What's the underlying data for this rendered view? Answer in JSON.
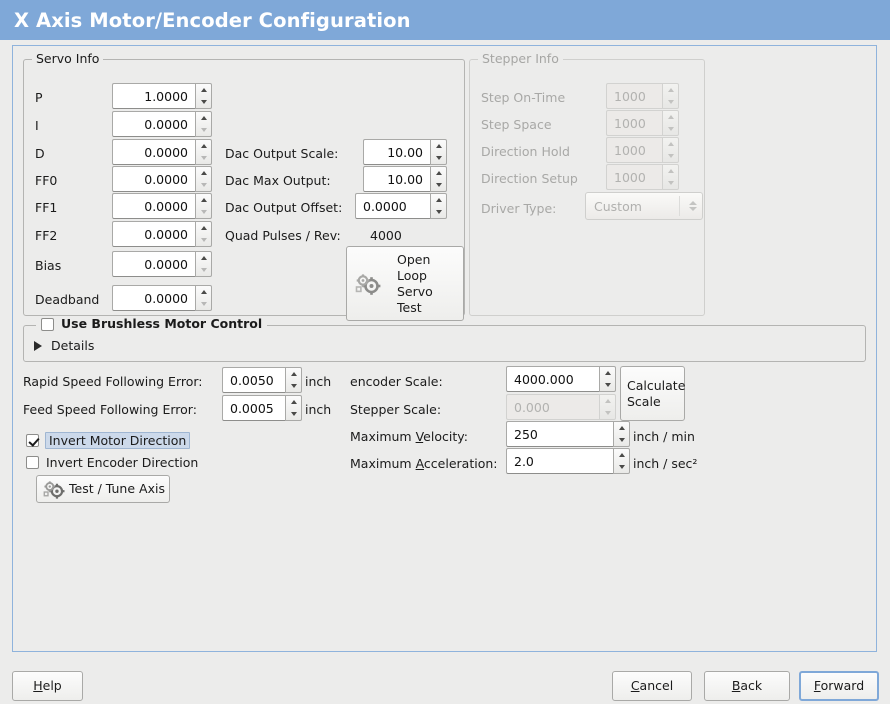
{
  "window": {
    "title": "X Axis Motor/Encoder Configuration",
    "title_bg": "#7fa8d8",
    "title_fg": "#ffffff",
    "bg": "#ececeb",
    "border": "#8fb3dc",
    "focus_color": "#7fa8d8"
  },
  "servo": {
    "legend": "Servo Info",
    "rows": [
      {
        "label": "P",
        "value": "1.0000"
      },
      {
        "label": "I",
        "value": "0.0000"
      },
      {
        "label": "D",
        "value": "0.0000"
      },
      {
        "label": "FF0",
        "value": "0.0000"
      },
      {
        "label": "FF1",
        "value": "0.0000"
      },
      {
        "label": "FF2",
        "value": "0.0000"
      },
      {
        "label": "Bias",
        "value": "0.0000"
      },
      {
        "label": "Deadband",
        "value": "0.0000"
      }
    ],
    "dac_output_scale_label": "Dac Output Scale:",
    "dac_output_scale_value": "10.00",
    "dac_max_output_label": "Dac Max Output:",
    "dac_max_output_value": "10.00",
    "dac_output_offset_label": "Dac Output Offset:",
    "dac_output_offset_value": "0.0000",
    "quad_pulses_label": "Quad Pulses / Rev:",
    "quad_pulses_value": "4000",
    "open_loop_button": "Open\nLoop\nServo\nTest",
    "open_loop_lines": [
      "Open",
      "Loop",
      "Servo",
      "Test"
    ],
    "open_loop_icon": "gears-icon"
  },
  "stepper": {
    "legend": "Stepper Info",
    "enabled": false,
    "rows": [
      {
        "label": "Step On-Time",
        "value": "1000"
      },
      {
        "label": "Step Space",
        "value": "1000"
      },
      {
        "label": "Direction Hold",
        "value": "1000"
      },
      {
        "label": "Direction Setup",
        "value": "1000"
      }
    ],
    "driver_type_label": "Driver Type:",
    "driver_type_value": "Custom"
  },
  "brushless": {
    "checkbox_label": "Use Brushless Motor Control",
    "checked": false,
    "details_label": "Details",
    "details_expanded": false
  },
  "tuning": {
    "rapid_label": "Rapid Speed Following Error:",
    "rapid_value": "0.0050",
    "rapid_unit": "inch",
    "feed_label": "Feed Speed Following Error:",
    "feed_value": "0.0005",
    "feed_unit": "inch",
    "invert_motor_label": "Invert Motor Direction",
    "invert_motor_checked": true,
    "invert_motor_focused": true,
    "invert_encoder_label": "Invert Encoder Direction",
    "invert_encoder_checked": false,
    "test_tune_label": "Test / Tune Axis",
    "test_tune_icon": "gears-icon"
  },
  "scale": {
    "encoder_scale_label": "encoder Scale:",
    "encoder_scale_value": "4000.000",
    "stepper_scale_label": "Stepper Scale:",
    "stepper_scale_value": "0.000",
    "stepper_scale_enabled": false,
    "calculate_lines": [
      "Calculate",
      "Scale"
    ],
    "max_velocity_label_pre": "Maximum ",
    "max_velocity_label_mn": "V",
    "max_velocity_label_post": "elocity:",
    "max_velocity_value": "250",
    "max_velocity_unit": "inch / min",
    "max_accel_label_pre": "Maximum ",
    "max_accel_label_mn": "A",
    "max_accel_label_post": "cceleration:",
    "max_accel_value": "2.0",
    "max_accel_unit": "inch / sec²"
  },
  "footer": {
    "help": {
      "pre": "",
      "mn": "H",
      "post": "elp"
    },
    "cancel": {
      "pre": "",
      "mn": "C",
      "post": "ancel"
    },
    "back": {
      "pre": "",
      "mn": "B",
      "post": "ack"
    },
    "forward": {
      "pre": "",
      "mn": "F",
      "post": "orward",
      "focused": true
    }
  }
}
